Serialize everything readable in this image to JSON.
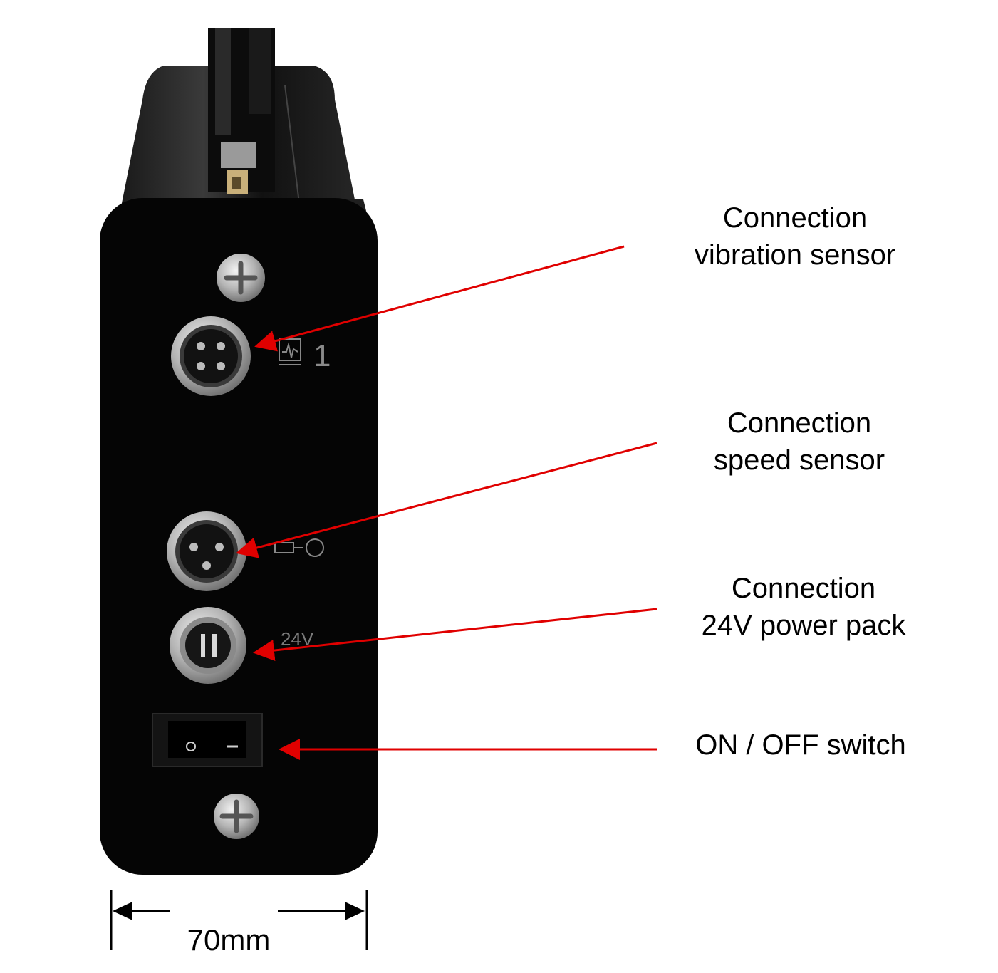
{
  "device": {
    "port_labels": {
      "vibration_channel": "1",
      "power": "24V"
    }
  },
  "callouts": {
    "vibration": {
      "line1": "Connection",
      "line2": "vibration sensor"
    },
    "speed": {
      "line1": "Connection",
      "line2": "speed sensor"
    },
    "power": {
      "line1": "Connection",
      "line2": "24V power pack"
    },
    "switch": {
      "line1": "ON / OFF switch"
    }
  },
  "dimension": {
    "width_label": "70mm"
  },
  "colors": {
    "arrow": "#e00000",
    "housing": "#0b0b0b",
    "panel": "#050505",
    "metal": "#b8b8b8",
    "background": "#ffffff"
  },
  "icons": [
    "vibration-sensor-icon",
    "speed-sensor-icon",
    "screw-icon",
    "rocker-switch-icon"
  ]
}
